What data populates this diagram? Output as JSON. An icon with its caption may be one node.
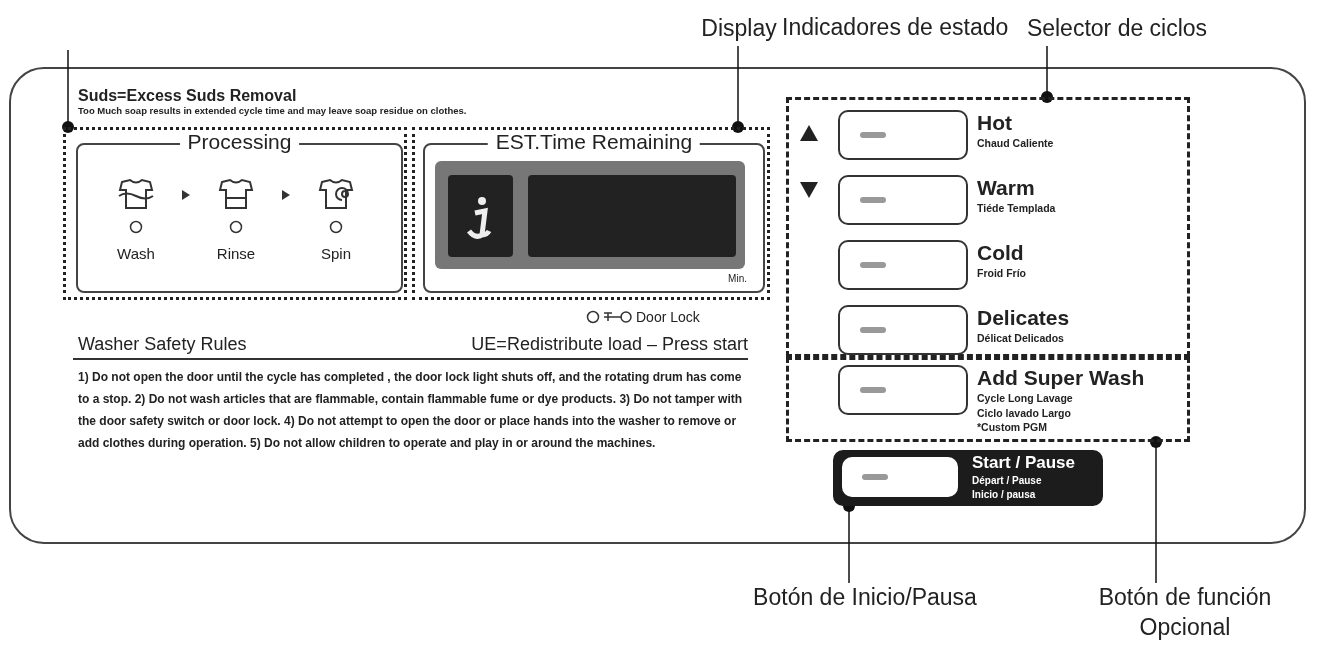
{
  "diagram": {
    "nodes": [
      {
        "text": [
          "Display"
        ]
      },
      {
        "text": [
          "Selector de ciclos"
        ]
      },
      {
        "text": [],
        "shape": "box"
      },
      {
        "text": [
          "Processing",
          "Wash",
          "Rinse",
          "Spin"
        ],
        "in": 2
      },
      {
        "text": [],
        "shape": "box"
      },
      {
        "text": [
          "EST.Time Remaining",
          "Min."
        ],
        "in": 4
      },
      {
        "text": [],
        "shape": "box"
      },
      {
        "text": [
          "Hot",
          "Chaud Caliente"
        ],
        "in": 6
      },
      {
        "text": [
          "Warm",
          "Tiéde Templada"
        ],
        "in": 6
      },
      {
        "text": [
          "Cold",
          "Froid Frío"
        ],
        "in": 6
      },
      {
        "text": [
          "Delicates",
          "Délicat Delicados"
        ],
        "in": 6
      },
      {
        "text": [],
        "shape": "box"
      },
      {
        "text": [
          "Add Super Wash",
          "Cycle Long Lavage",
          "Ciclo lavado Largo",
          "*Custom PGM"
        ],
        "in": 11
      },
      {
        "text": [
          "Start / Pause",
          "Départ / Pause",
          "Inicio / pausa"
        ]
      },
      {
        "text": [
          "Botón de Inicio/Pausa"
        ]
      },
      {
        "text": [
          "Botón de función Opcional"
        ]
      }
    ],
    "edges": [
      {
        "from": null,
        "to": 2,
        "arrow": "other"
      },
      {
        "from": 0,
        "to": 4,
        "arrow": "other"
      },
      {
        "from": 1,
        "to": 6,
        "arrow": "other"
      },
      {
        "from": 14,
        "to": 13,
        "arrow": "other"
      },
      {
        "from": 15,
        "to": 11,
        "arrow": "other"
      }
    ],
    "labels": [
      "Indicadores de estado",
      "Suds=Excess Suds Removal",
      "Too Much soap results in extended cycle time and may leave soap residue on clothes.",
      "Door Lock",
      "Washer Safety Rules",
      "UE=Redistribute load – Press start",
      "1) Do not open the door until the cycle has completed , the door lock light shuts off, and the rotating drum has come to a stop. 2) Do not wash articles that are flammable, contain flammable fume or dye products.  3) Do not tamper with the door safety switch or door lock.  4) Do not attempt to open the door or place hands into the washer to remove or add clothes during operation.  5) Do not allow children to operate and play in or around the machines."
    ]
  }
}
